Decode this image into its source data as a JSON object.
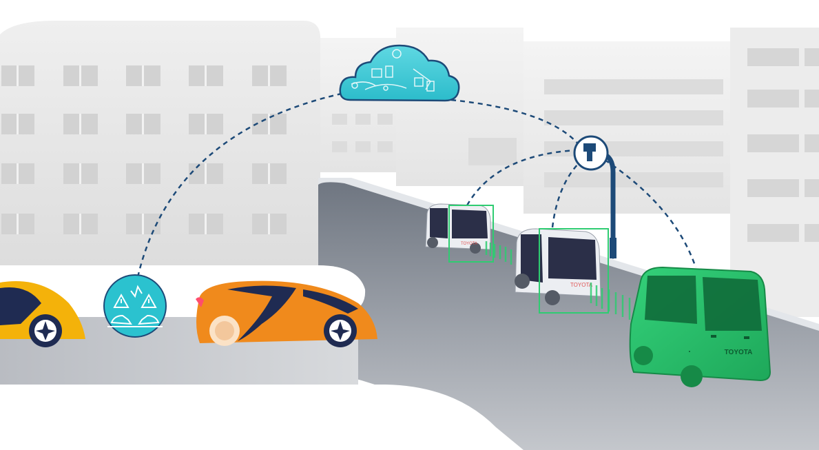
{
  "scene": {
    "brand_labels": {
      "large_shuttle": "TOYOTA",
      "mid_shuttle": "TOYOTA",
      "small_shuttle": "TOYOTA"
    },
    "colors": {
      "sky": "#ffffff",
      "building": "#e6e6e6",
      "building_far": "#ececec",
      "road": "#8a8d94",
      "road_dark": "#5d646e",
      "connection_line": "#1d4a78",
      "cloud": "#3ec9d6",
      "warning_circle": "#2bc2cf",
      "detection_box": "#2ecc71",
      "green_shuttle": "#22c55e",
      "orange_car": "#f08a1c",
      "yellow_car": "#f4b20a",
      "car_stripe": "#1f2b52"
    },
    "icons": [
      "cloud-network-icon",
      "collision-warning-icon",
      "roadside-sensor-icon"
    ]
  }
}
